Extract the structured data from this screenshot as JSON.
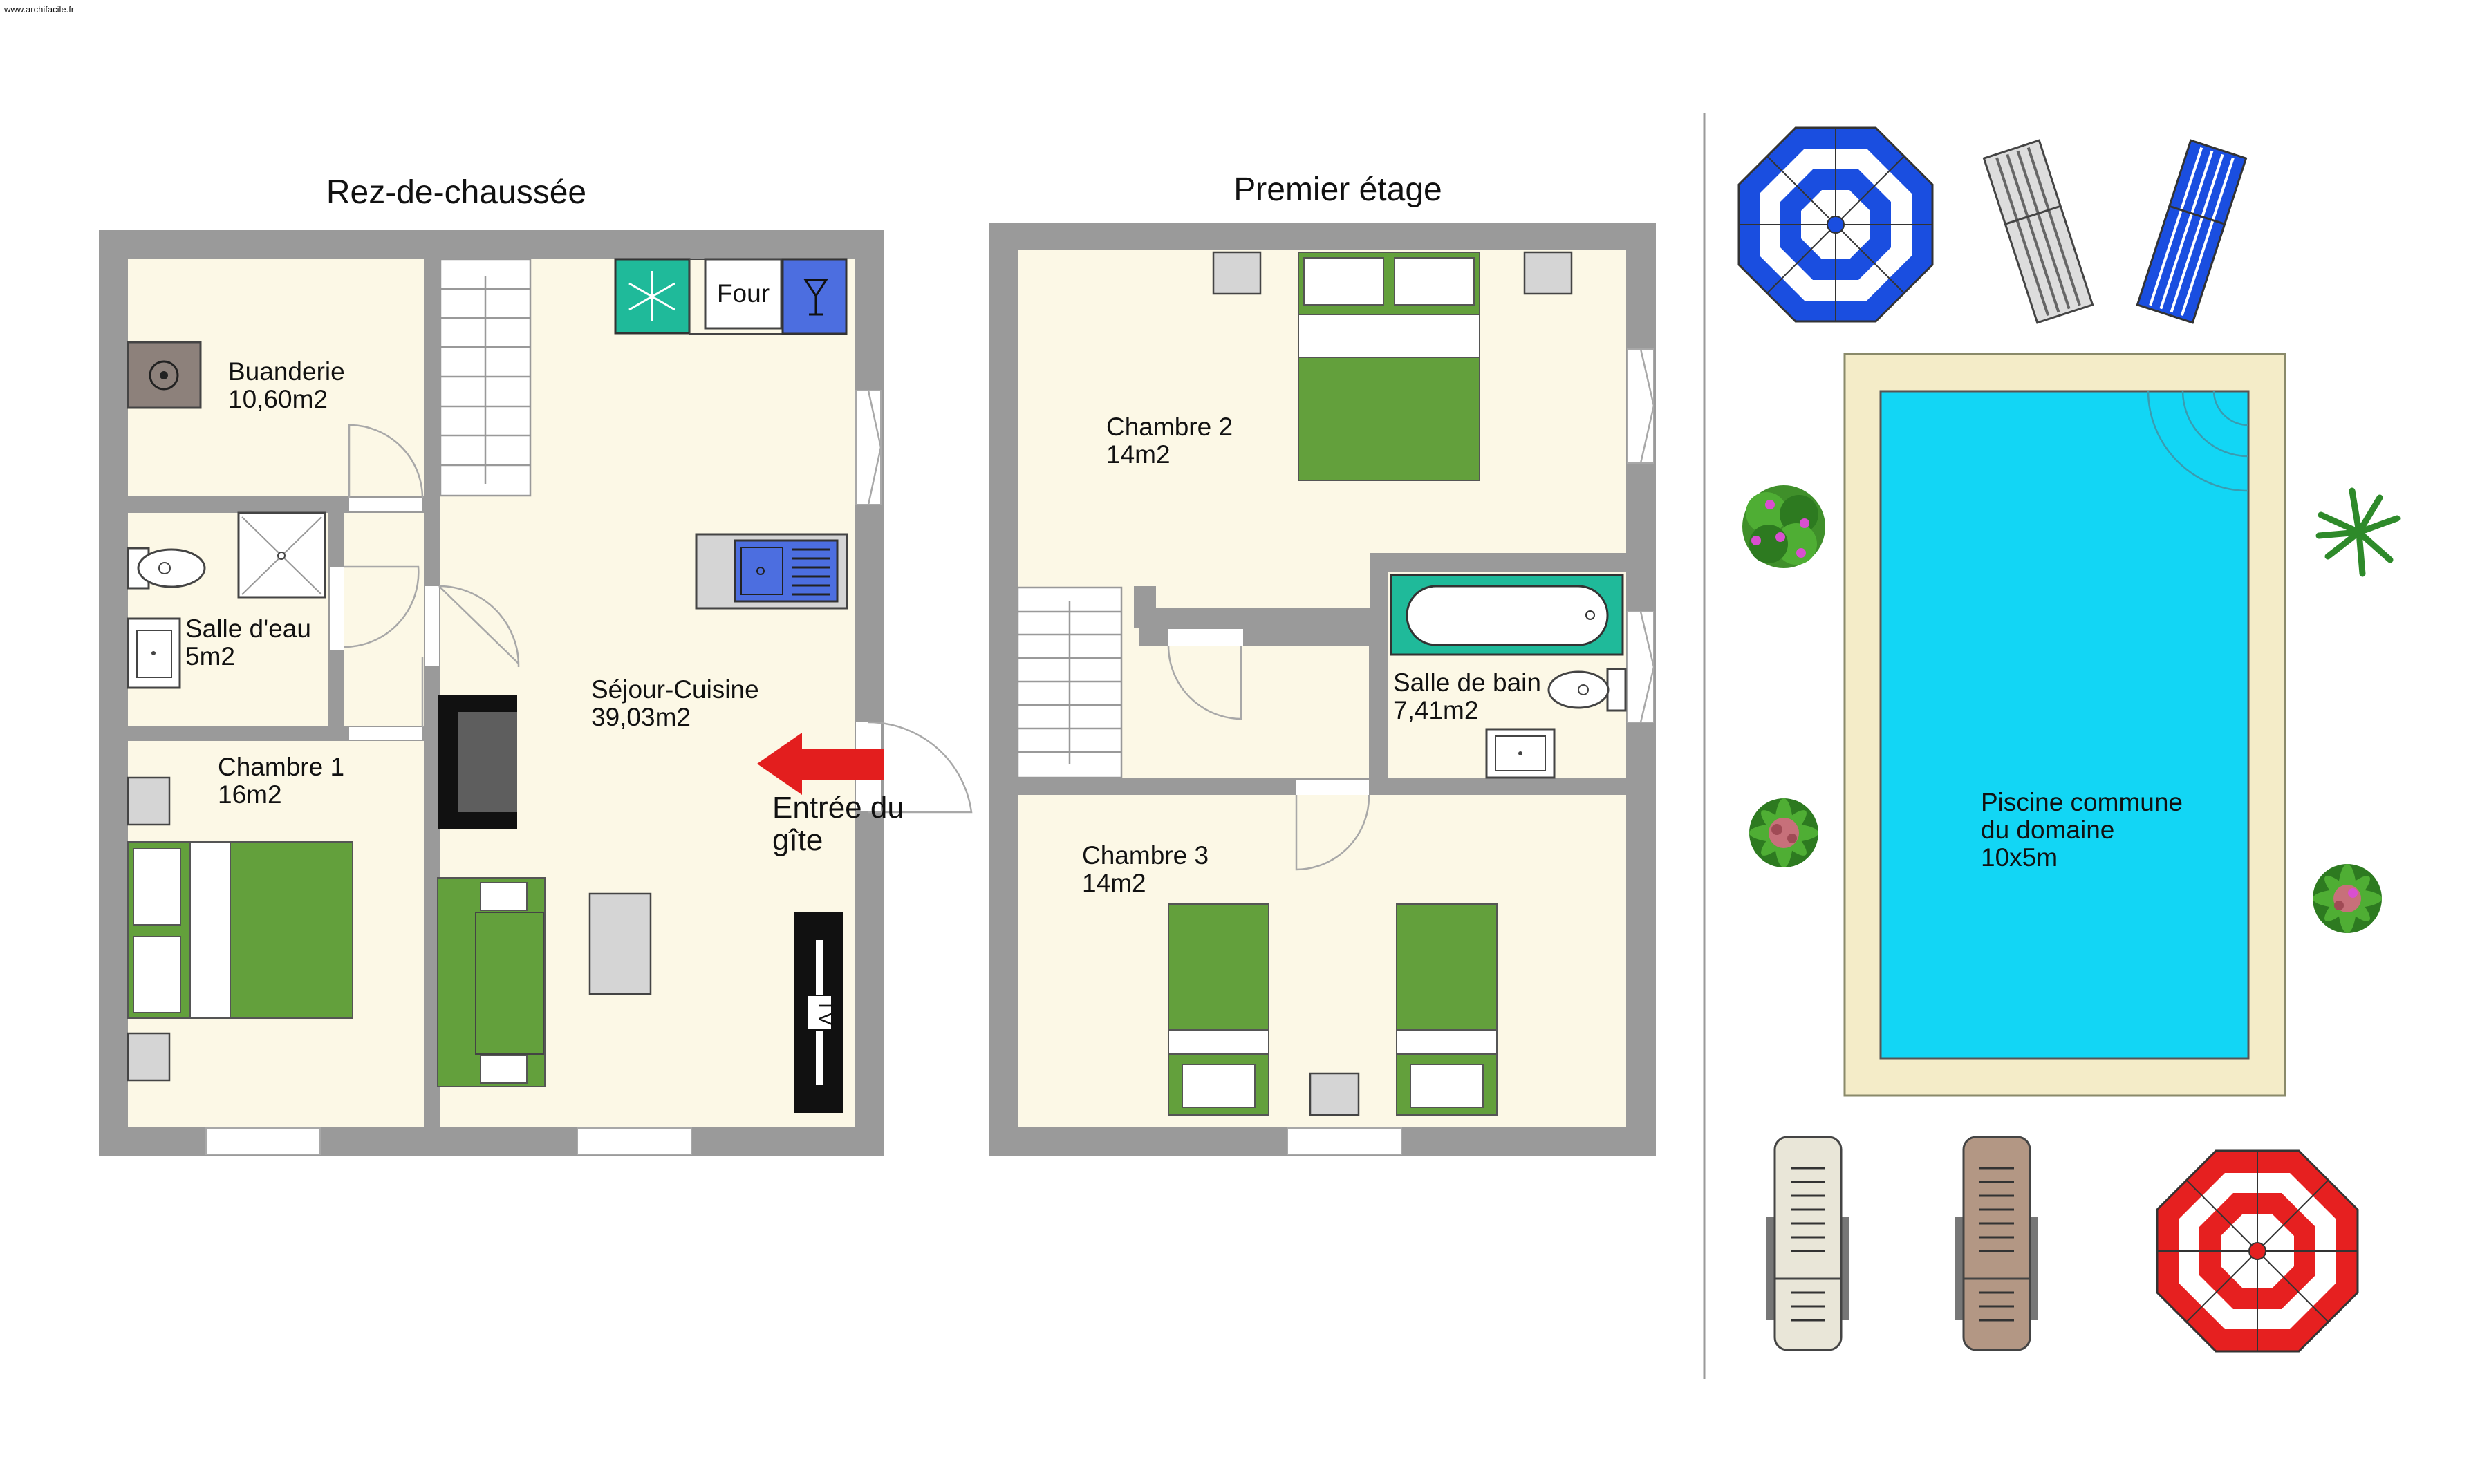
{
  "credit": "www.archifacile.fr",
  "floors": {
    "ground": "Rez-de-chaussée",
    "first": "Premier étage"
  },
  "rooms": {
    "buanderie": {
      "name": "Buanderie",
      "area": "10,60m2"
    },
    "salle_eau": {
      "name": "Salle d'eau",
      "area": "5m2"
    },
    "chambre1": {
      "name": "Chambre 1",
      "area": "16m2"
    },
    "sejour": {
      "name": "Séjour-Cuisine",
      "area": "39,03m2"
    },
    "chambre2": {
      "name": "Chambre 2",
      "area": "14m2"
    },
    "salle_bain": {
      "name": "Salle de bain",
      "area": "7,41m2"
    },
    "chambre3": {
      "name": "Chambre 3",
      "area": "14m2"
    }
  },
  "kitchen": {
    "oven_label": "Four",
    "tv_label": "TV"
  },
  "entrance": {
    "line1": "Entrée du",
    "line2": "gîte"
  },
  "pool": {
    "line1": "Piscine commune",
    "line2": "du domaine",
    "line3": "10x5m"
  },
  "colors": {
    "wall": "#9a9a9a",
    "floor": "#fcf8e6",
    "bed": "#63a03c",
    "pool": "#12d6f5",
    "arrow": "#e31e1e"
  }
}
